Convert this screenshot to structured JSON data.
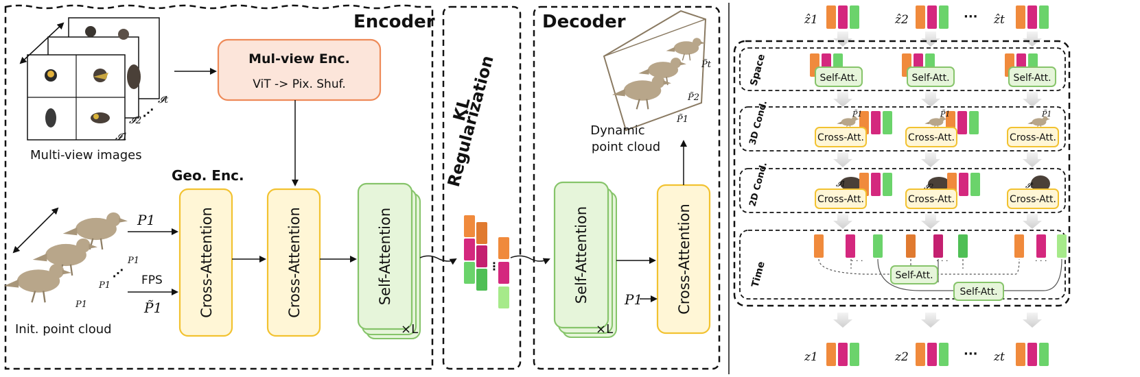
{
  "encoder": {
    "title": "Encoder",
    "multiview_caption": "Multi-view images",
    "frame_labels": [
      "𝓘1",
      "𝓘2",
      "𝓘t"
    ],
    "mvenc_title": "Mul-view Enc.",
    "mvenc_sub": "ViT -> Pix. Shuf.",
    "geo_title": "Geo. Enc.",
    "cross_attn_1": "Cross-Attention",
    "cross_attn_2": "Cross-Attention",
    "self_attn": "Self-Attention",
    "repeat": "×L",
    "init_caption": "Init. point cloud",
    "p1_in": "P1",
    "fps": "FPS",
    "p1_tilde_in": "P̃1",
    "pc_labels": [
      "P1",
      "P1",
      "P1"
    ]
  },
  "kl": {
    "line1": "KL",
    "line2": "Regularization"
  },
  "decoder": {
    "title": "Decoder",
    "self_attn": "Self-Attention",
    "repeat": "×L",
    "cross_attn": "Cross-Attention",
    "p1_in": "P1",
    "dyn_caption_1": "Dynamic",
    "dyn_caption_2": "point cloud",
    "ptilde_labels": [
      "P̃t",
      "P̃2",
      "P̃1"
    ]
  },
  "right": {
    "top_tokens": [
      "ẑ1",
      "ẑ2",
      "ẑt"
    ],
    "bottom_tokens": [
      "z1",
      "z2",
      "zt"
    ],
    "ellipsis": "···",
    "rows": [
      {
        "label": "Space",
        "block": "Self-Att."
      },
      {
        "label": "3D Cond.",
        "block": "Cross-Att."
      },
      {
        "label": "2D Cond.",
        "block": "Cross-Att."
      },
      {
        "label": "Time",
        "block": "Self-Att."
      }
    ],
    "time_blocks": [
      "Self-Att.",
      "Self-Att."
    ],
    "cond3d_tags": [
      "P̃1",
      "P̃1",
      "P̃1"
    ],
    "cond2d_tags": [
      "𝓘1",
      "𝓘2",
      "𝓘t"
    ]
  },
  "colors": {
    "orange_token": "#F08A3C",
    "pink_token": "#D4287E",
    "green_token": "#6BD36B",
    "mvenc_fill": "#FCE5DA",
    "mvenc_stroke": "#EE8A58",
    "yellow_fill": "#FFF6D6",
    "yellow_stroke": "#F2C230",
    "green_fill": "#E6F5DA",
    "green_stroke": "#86C46A",
    "bird": "#B8A68A"
  }
}
